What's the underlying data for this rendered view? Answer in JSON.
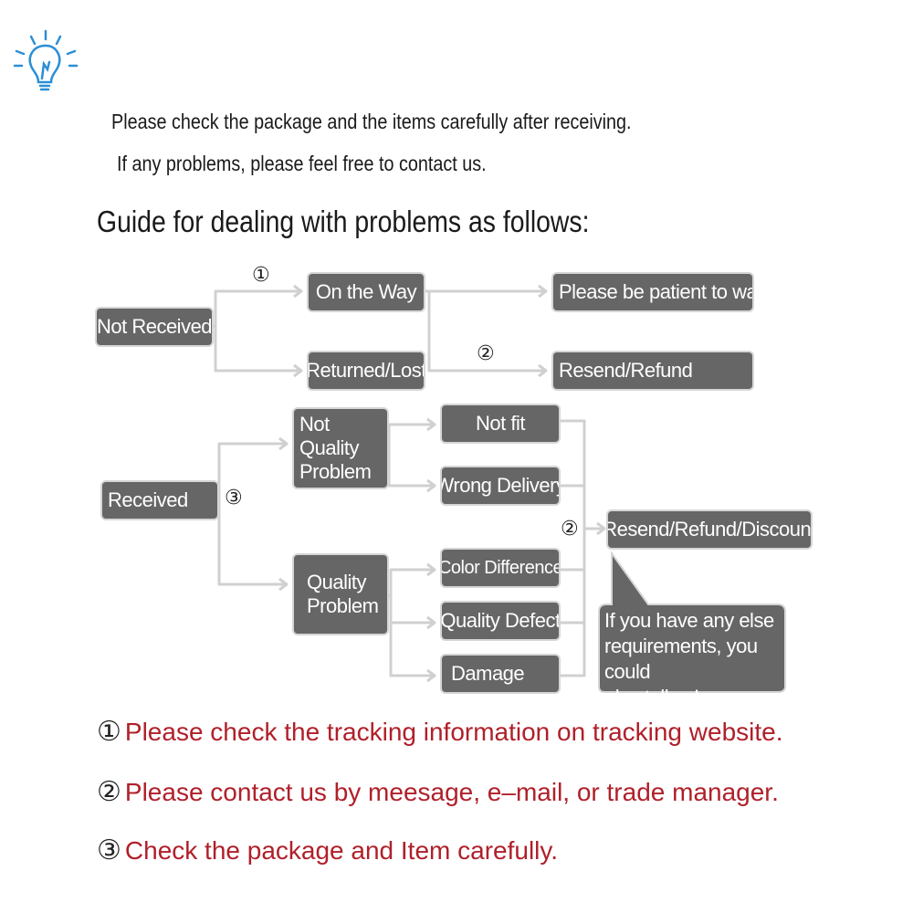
{
  "intro": {
    "line1": "Please check the package and the items carefully after receiving.",
    "line2": "If any problems, please feel free to contact us."
  },
  "heading": "Guide for dealing with problems as follows:",
  "flow": {
    "not_received": "Not Received",
    "on_the_way": "On the Way",
    "returned_lost": "Returned/Lost",
    "patient": "Please be patient to wait",
    "resend_refund": "Resend/Refund",
    "received": "Received",
    "not_quality": "Not\nQuality\nProblem",
    "not_fit": "Not fit",
    "wrong_delivery": "Wrong Delivery",
    "quality_problem": "Quality\nProblem",
    "color_difference": "Color Difference",
    "quality_defect": "Quality Defect",
    "damage": "Damage",
    "resend_refund_discount": "Resend/Refund/Discount",
    "bubble": "If you have any else\nrequirements, you could\nalso tell us!",
    "marker1": "①",
    "marker2": "②",
    "marker3": "③"
  },
  "notes": [
    {
      "num": "①",
      "text": "Please check the tracking information on tracking website."
    },
    {
      "num": "②",
      "text": "Please contact us by meesage, e–mail, or trade manager."
    },
    {
      "num": "③",
      "text": "Check the package and Item carefully."
    }
  ],
  "colors": {
    "box": "#666666",
    "note_text": "#b0202a",
    "lamp": "#2a8fd6"
  },
  "icon": "lightbulb-idea-icon"
}
